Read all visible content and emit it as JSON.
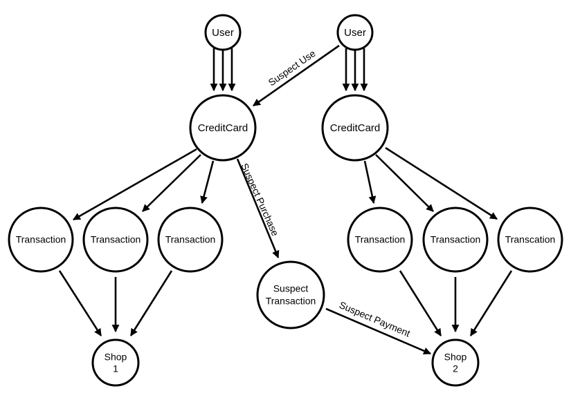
{
  "nodes": {
    "user_left": "User",
    "user_right": "User",
    "creditcard_left": "CreditCard",
    "creditcard_right": "CreditCard",
    "transaction_l1": "Transaction",
    "transaction_l2": "Transaction",
    "transaction_l3": "Transaction",
    "suspect_transaction_line1": "Suspect",
    "suspect_transaction_line2": "Transaction",
    "transaction_r1": "Transaction",
    "transaction_r2": "Transaction",
    "transaction_r3": "Transcation",
    "shop1_line1": "Shop",
    "shop1_line2": "1",
    "shop2_line1": "Shop",
    "shop2_line2": "2"
  },
  "edge_labels": {
    "suspect_use": "Suspect Use",
    "suspect_purchase": "Suspect Purchase",
    "suspect_payment": "Suspect Payment"
  },
  "colors": {
    "stroke": "#000000",
    "fill": "#ffffff"
  }
}
